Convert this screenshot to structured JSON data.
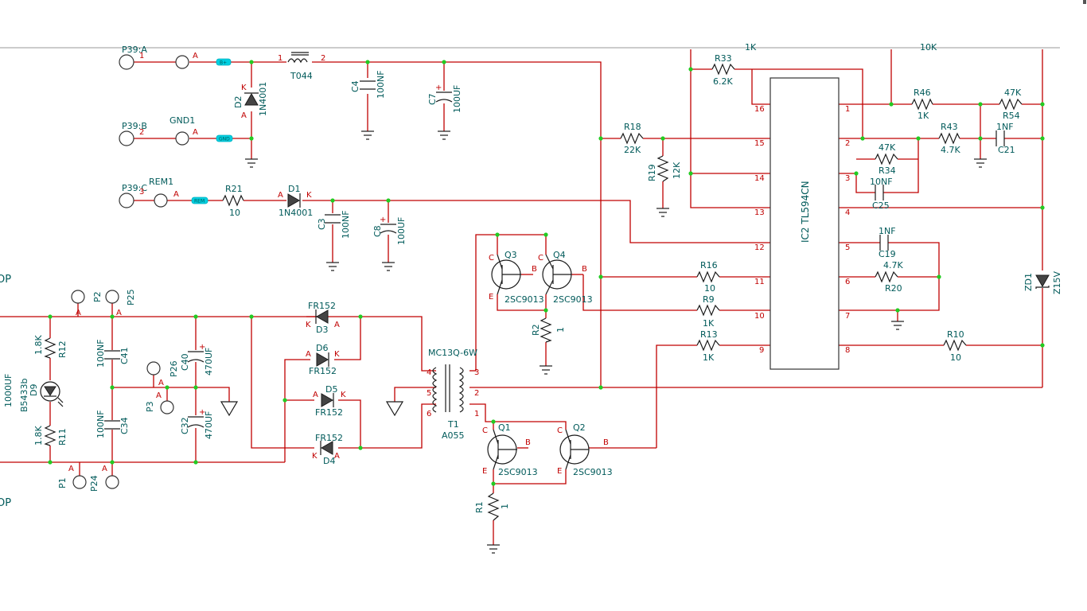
{
  "ports": [
    {
      "id": "p39a",
      "ref": "P39:A",
      "pin": "1"
    },
    {
      "id": "p39b",
      "ref": "P39:B",
      "pin": "2"
    },
    {
      "id": "p39c",
      "ref": "P39:C",
      "pin": "3"
    }
  ],
  "net_labels": {
    "b_plus": "B+",
    "gnd": "GND",
    "rem": "REM"
  },
  "text": {
    "gnd1": "GND1",
    "rem1": "REM1",
    "t044": "T044",
    "d2": "D2",
    "d2_val": "1N4001",
    "c4": "C4",
    "c4_val": "100NF",
    "c7": "C7",
    "c7_val": "100UF",
    "r21": "R21",
    "r21_val": "10",
    "d1": "D1",
    "d1_val": "1N4001",
    "c3": "C3",
    "c3_val": "100NF",
    "c8": "C8",
    "c8_val": "100UF",
    "r18": "R18",
    "r18_val": "22K",
    "r19": "R19",
    "r19_val": "12K",
    "r33": "R33",
    "r33_val": "6.2K",
    "ic2": "IC2  TL594CN",
    "r46": "R46",
    "r46_val": "1K",
    "r54": "R54",
    "r54_val": "47K",
    "r43": "R43",
    "r43_val": "4.7K",
    "c21": "C21",
    "c21_val": "1NF",
    "r34": "R34",
    "r34_val": "47K",
    "c25": "C25",
    "c25_val": "10NF",
    "c19": "C19",
    "c19_val": "1NF",
    "r20": "R20",
    "r20_val": "4.7K",
    "r16": "R16",
    "r16_val": "10",
    "r9": "R9",
    "r9_val": "1K",
    "r13": "R13",
    "r13_val": "1K",
    "r10": "R10",
    "r10_val": "10",
    "zd1": "ZD1",
    "zd1_val": "Z15V",
    "q3": "Q3",
    "q3_val": "2SC9013",
    "q4": "Q4",
    "q4_val": "2SC9013",
    "r2": "R2",
    "r2_val": "1",
    "mc13q": "MC13Q-6W",
    "t1": "T1",
    "t1_val": "A055",
    "q1": "Q1",
    "q1_val": "2SC9013",
    "q2": "Q2",
    "q2_val": "2SC9013",
    "r1": "R1",
    "r1_val": "1",
    "d3": "D3",
    "d3_val": "FR152",
    "d6": "D6",
    "d6_val": "FR152",
    "d5": "D5",
    "d5_val": "FR152",
    "d4": "D4",
    "d4_val": "FR152",
    "r12": "R12",
    "r12_val": "1.8K",
    "r11": "R11",
    "r11_val": "1.8K",
    "d9": "D9",
    "d9_val": "B5433b",
    "c_left": "1000UF",
    "c41": "C41",
    "c41_val": "100NF",
    "c34": "C34",
    "c34_val": "100NF",
    "c40": "C40",
    "c40_val": "470UF",
    "c32": "C32",
    "c32_val": "470UF",
    "p2": "P2",
    "p25": "P25",
    "p26": "P26",
    "p3": "P3",
    "p1": "P1",
    "p24": "P24",
    "op_top": "OP",
    "op_bot": "OP",
    "top_cut_1": "1K",
    "top_cut_2": "10K"
  },
  "colors": {
    "wire": "#c00000",
    "label": "#005a5a",
    "junction": "#22cc22",
    "net_label": "#00cfe0"
  }
}
